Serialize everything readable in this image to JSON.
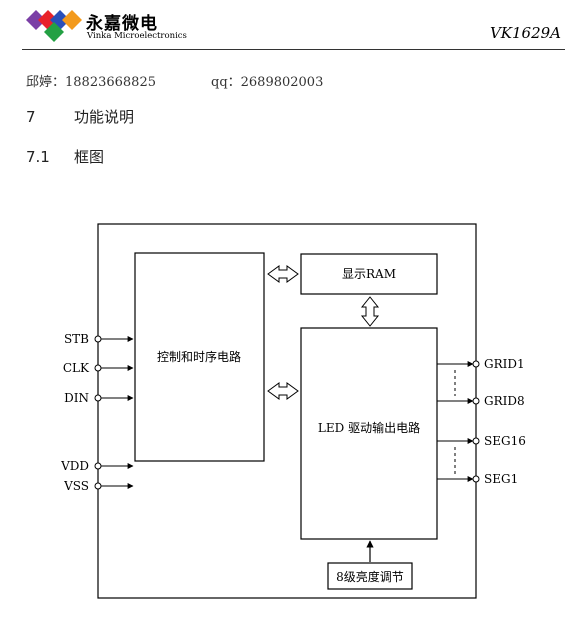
{
  "header": {
    "brand_cn": "永嘉微电",
    "brand_en": "Vinka Microelectronics",
    "model": "VK1629A"
  },
  "contact": {
    "phone": "邱婷：18823668825",
    "qq": "qq：2689802003"
  },
  "sections": [
    {
      "num": "7",
      "title": "功能说明"
    },
    {
      "num": "7.1",
      "title": "框图"
    }
  ],
  "diagram": {
    "blocks": {
      "control": "控制和时序电路",
      "ram": "显示RAM",
      "led": "LED 驱动输出电路",
      "brightness": "8级亮度调节"
    },
    "inputs": [
      "STB",
      "CLK",
      "DIN",
      "VDD",
      "VSS"
    ],
    "outputs": [
      "GRID1",
      "GRID8",
      "SEG16",
      "SEG1"
    ]
  }
}
